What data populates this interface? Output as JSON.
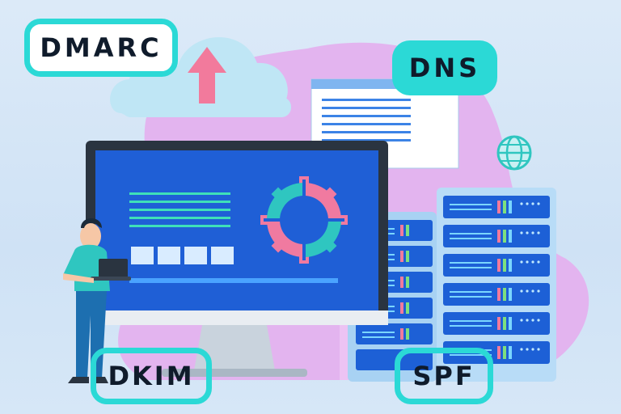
{
  "labels": {
    "dmarc": "DMARC",
    "dns": "DNS",
    "dkim": "DKIM",
    "spf": "SPF"
  },
  "colors": {
    "accent": "#2bd9d6",
    "monitor_screen": "#1f5fd6",
    "blob": "#e7b8f0",
    "server": "#9fd0f5",
    "gear_pink": "#f07aa0",
    "gear_teal": "#2fc6c0"
  },
  "icons": {
    "cloud": "cloud-upload-icon",
    "globe": "globe-icon",
    "gear": "gear-icon"
  }
}
